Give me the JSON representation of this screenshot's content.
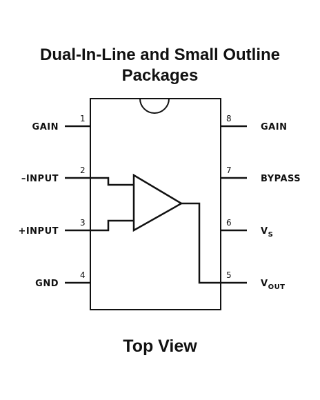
{
  "title": {
    "line1": "Dual-In-Line and Small Outline",
    "line2": "Packages"
  },
  "footer": "Top View",
  "pins": [
    {
      "number": "1",
      "label": "GAIN",
      "side": "left"
    },
    {
      "number": "2",
      "label": "–INPUT",
      "side": "left"
    },
    {
      "number": "3",
      "label": "+INPUT",
      "side": "left"
    },
    {
      "number": "4",
      "label": "GND",
      "side": "left"
    },
    {
      "number": "8",
      "label": "GAIN",
      "side": "right"
    },
    {
      "number": "7",
      "label": "BYPASS",
      "side": "right"
    },
    {
      "number": "6",
      "label": "V",
      "sub": "S",
      "side": "right"
    },
    {
      "number": "5",
      "label": "V",
      "sub": "OUT",
      "side": "right"
    }
  ],
  "colors": {
    "ink": "#111111",
    "background": "#ffffff"
  }
}
